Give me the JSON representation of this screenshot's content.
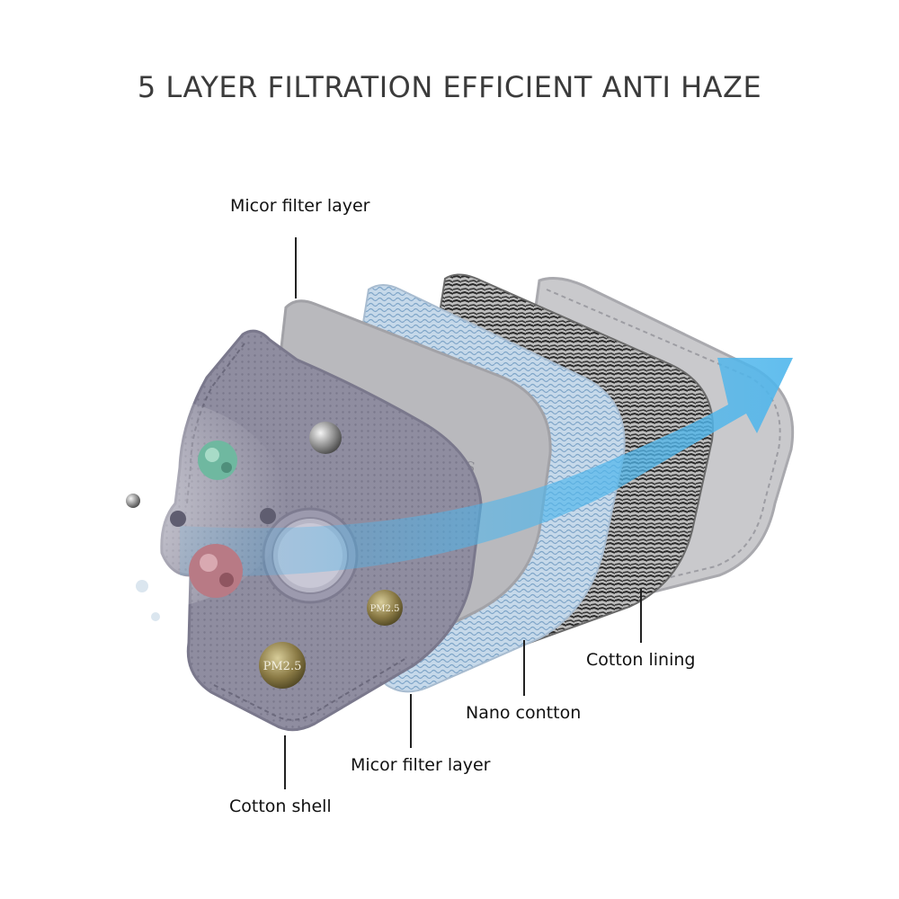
{
  "title": "5 LAYER FILTRATION EFFICIENT ANTI HAZE",
  "labels": {
    "micor_filter_layer_top": "Micor filter layer",
    "cotton_lining": "Cotton lining",
    "nano_cotton": "Nano contton",
    "micor_filter_layer_bottom": "Micor filter layer",
    "cotton_shell": "Cotton shell"
  },
  "particles": {
    "pm_large": "PM2.5",
    "pm_small": "PM2.5"
  },
  "mask_print": "SWS",
  "colors": {
    "arrow": "#4fb6ec",
    "shell": "#8d8b9e",
    "micro_filter": "#b9b9bd",
    "nano": "#4a4a4a",
    "lining": "#c9c9cc",
    "pm_particle": "#8a7a45",
    "virus_green": "#6fb8a0",
    "virus_pink": "#b87a85"
  },
  "icons": [
    "flow-arrow-icon",
    "virus-icon",
    "dust-particle-icon",
    "valve-icon"
  ]
}
